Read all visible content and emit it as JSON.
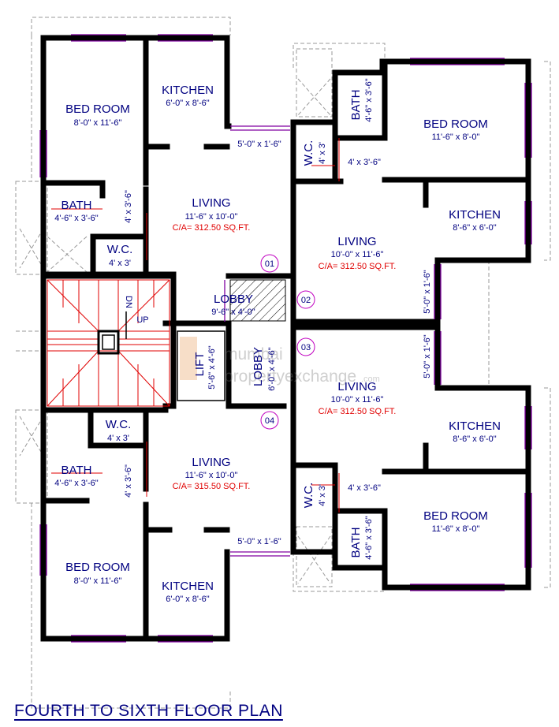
{
  "title": "FOURTH TO SIXTH FLOOR PLAN",
  "watermark": {
    "line1": "mumbai",
    "line2": "propertyexchange",
    "suffix": ".com"
  },
  "colors": {
    "text": "#000080",
    "area": "#e00000",
    "window": "#8000a0",
    "wall": "#000000"
  },
  "flats": [
    {
      "number": "01",
      "living": {
        "label": "LIVING",
        "size": "11'-6\" x 10'-0\"",
        "area": "C/A= 312.50 SQ.FT."
      },
      "bedroom": {
        "label": "BED ROOM",
        "size": "8'-0\" x 11'-6\""
      },
      "kitchen": {
        "label": "KITCHEN",
        "size": "6'-0\" x 8'-6\""
      },
      "bath": {
        "label": "BATH",
        "size": "4'-6\" x 3'-6\""
      },
      "wc": {
        "label": "W.C.",
        "size": "4' x 3'"
      },
      "passage": "4' x 3'-6\"",
      "balcony": "5'-0\" x 1'-6\""
    },
    {
      "number": "02",
      "living": {
        "label": "LIVING",
        "size": "10'-0\" x 11'-6\"",
        "area": "C/A= 312.50 SQ.FT."
      },
      "bedroom": {
        "label": "BED ROOM",
        "size": "11'-6\" x 8'-0\""
      },
      "kitchen": {
        "label": "KITCHEN",
        "size": "8'-6\" x 6'-0\""
      },
      "bath": {
        "label": "BATH",
        "size": "4'-6\" x 3'-6\""
      },
      "wc": {
        "label": "W.C.",
        "size": "4' x 3'"
      },
      "passage": "4' x 3'-6\"",
      "balcony": "5'-0\" x 1'-6\""
    },
    {
      "number": "03",
      "living": {
        "label": "LIVING",
        "size": "10'-0\" x 11'-6\"",
        "area": "C/A= 312.50 SQ.FT."
      },
      "bedroom": {
        "label": "BED ROOM",
        "size": "11'-6\" x 8'-0\""
      },
      "kitchen": {
        "label": "KITCHEN",
        "size": "8'-6\" x 6'-0\""
      },
      "bath": {
        "label": "BATH",
        "size": "4'-6\" x 3'-6\""
      },
      "wc": {
        "label": "W.C.",
        "size": "4' x 3'"
      },
      "passage": "4' x 3'-6\"",
      "balcony": "5'-0\" x 1'-6\""
    },
    {
      "number": "04",
      "living": {
        "label": "LIVING",
        "size": "11'-6\" x 10'-0\"",
        "area": "C/A= 315.50 SQ.FT."
      },
      "bedroom": {
        "label": "BED ROOM",
        "size": "8'-0\" x 11'-6\""
      },
      "kitchen": {
        "label": "KITCHEN",
        "size": "6'-0\" x 8'-6\""
      },
      "bath": {
        "label": "BATH",
        "size": "4'-6\" x 3'-6\""
      },
      "wc": {
        "label": "W.C.",
        "size": "4' x 3'"
      },
      "passage": "4' x 3'-6\"",
      "balcony": "5'-0\" x 1'-6\""
    }
  ],
  "common": {
    "lobby": {
      "label": "LOBBY",
      "size": "9'-6\" x 4'-0\""
    },
    "lobby2": {
      "label": "LOBBY",
      "size": "6'-0\" x 4'-6\""
    },
    "lift": {
      "label": "LIFT",
      "size": "5'-6\" x 4'-6\""
    },
    "stair_down": "DN",
    "stair_up": "UP"
  }
}
